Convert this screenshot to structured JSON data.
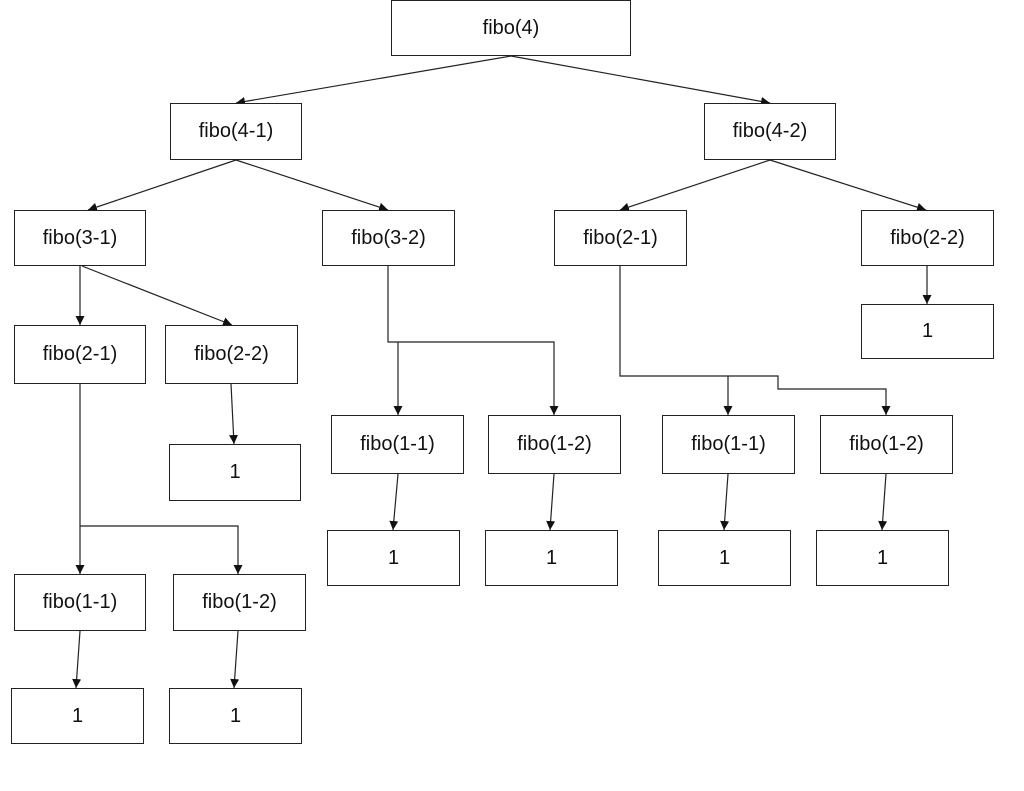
{
  "nodes": {
    "root": "fibo(4)",
    "l1": "fibo(4-1)",
    "r1": "fibo(4-2)",
    "l1a": "fibo(3-1)",
    "l1b": "fibo(3-2)",
    "r1a": "fibo(2-1)",
    "r1b": "fibo(2-2)",
    "l2a": "fibo(2-1)",
    "l2b": "fibo(2-2)",
    "r1b_leaf": "1",
    "l2b_leaf": "1",
    "m11": "fibo(1-1)",
    "m12": "fibo(1-2)",
    "r11": "fibo(1-1)",
    "r12": "fibo(1-2)",
    "m11_leaf": "1",
    "m12_leaf": "1",
    "r11_leaf": "1",
    "r12_leaf": "1",
    "b11": "fibo(1-1)",
    "b12": "fibo(1-2)",
    "b11_leaf": "1",
    "b12_leaf": "1"
  }
}
